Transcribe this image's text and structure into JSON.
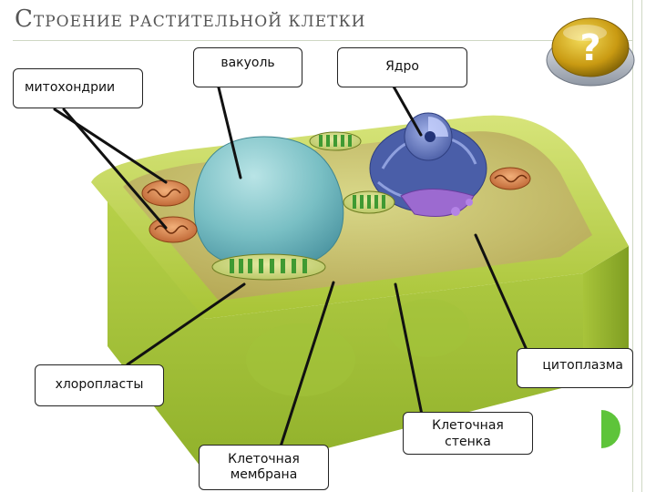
{
  "title": {
    "first_letter": "С",
    "rest": "ТРОЕНИЕ РАСТИТЕЛЬНОЙ КЛЕТКИ"
  },
  "labels": {
    "mitochondria": "митохондрии",
    "vacuole": "вакуоль",
    "nucleus": "Ядро",
    "cytoplasm": "цитоплазма",
    "chloroplasts": "хлоропласты",
    "cell_membrane": "Клеточная мембрана",
    "cell_wall": "Клеточная стенка"
  },
  "help_button": {
    "symbol": "?"
  },
  "colors": {
    "cell_wall": "#a9c83a",
    "cell_inner": "#c9d86a",
    "vacuole": "#7fc3c8",
    "nucleus": "#5c6fb8",
    "golgi": "#8e5fc2",
    "chloroplast": "#3f9a32",
    "mitochondria": "#d9824a",
    "help_button": "#d6b020"
  }
}
